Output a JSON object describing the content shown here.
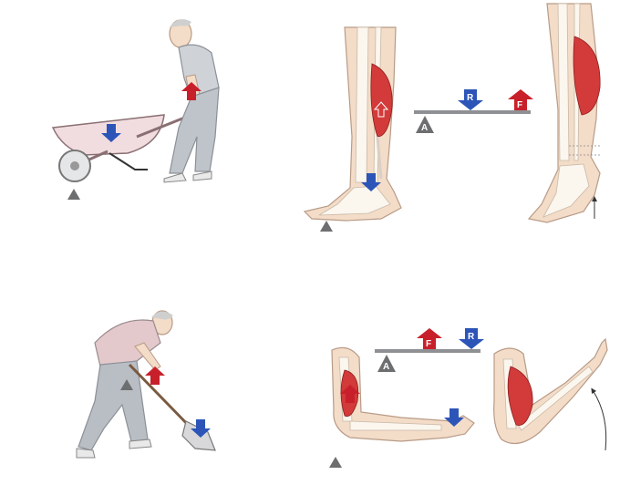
{
  "colors": {
    "effort_red": "#c8202a",
    "load_blue": "#2d55b8",
    "fulcrum_gray": "#6d6e70",
    "lever_bar": "#8f9093",
    "skin": "#f3dcc8",
    "skin_outline": "#b89b87",
    "bone": "#fbf6ee",
    "muscle": "#d33a3a",
    "clothing_shirt_1": "#cfd3d8",
    "clothing_pants_1": "#bfc3ca",
    "clothing_shirt_2": "#e3c9cc",
    "clothing_pants_2": "#b9bdc4",
    "wheelbarrow": "#f1dde0"
  },
  "levers": {
    "second_class": {
      "fulcrum_label": "A",
      "load_label": "R",
      "effort_label": "F"
    },
    "third_class": {
      "fulcrum_label": "A",
      "effort_label": "F",
      "load_label": "R"
    }
  },
  "icons": [
    "fulcrum-triangle-icon",
    "load-arrow-icon",
    "effort-arrow-icon",
    "motion-arrow-icon"
  ]
}
